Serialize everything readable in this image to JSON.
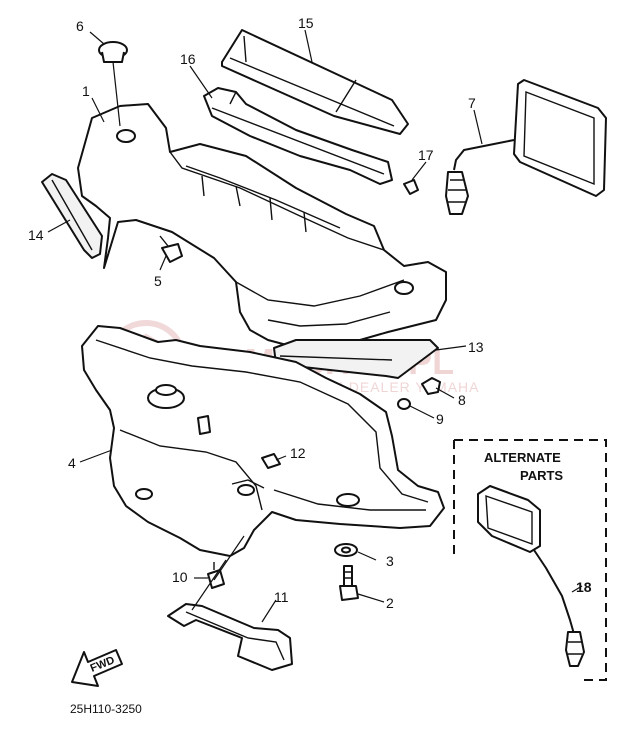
{
  "callouts": [
    {
      "id": "1",
      "label": "1"
    },
    {
      "id": "2",
      "label": "2"
    },
    {
      "id": "3",
      "label": "3"
    },
    {
      "id": "4",
      "label": "4"
    },
    {
      "id": "5",
      "label": "5"
    },
    {
      "id": "6",
      "label": "6"
    },
    {
      "id": "7",
      "label": "7"
    },
    {
      "id": "8",
      "label": "8"
    },
    {
      "id": "9",
      "label": "9"
    },
    {
      "id": "10",
      "label": "10"
    },
    {
      "id": "11",
      "label": "11"
    },
    {
      "id": "12",
      "label": "12"
    },
    {
      "id": "13",
      "label": "13"
    },
    {
      "id": "14",
      "label": "14"
    },
    {
      "id": "15",
      "label": "15"
    },
    {
      "id": "16",
      "label": "16"
    },
    {
      "id": "17",
      "label": "17"
    },
    {
      "id": "18",
      "label": "18"
    }
  ],
  "alternate_parts": {
    "title_line1": "ALTERNATE",
    "title_line2": "PARTS"
  },
  "direction_arrow": {
    "label": "FWD"
  },
  "diagram_code": "25H110-3250",
  "watermark": {
    "line1": "YAMASHOP.PL",
    "line2": "WOJCIECHOWSKI | DEALER YAMAHA",
    "color": "#e4b4b4"
  }
}
